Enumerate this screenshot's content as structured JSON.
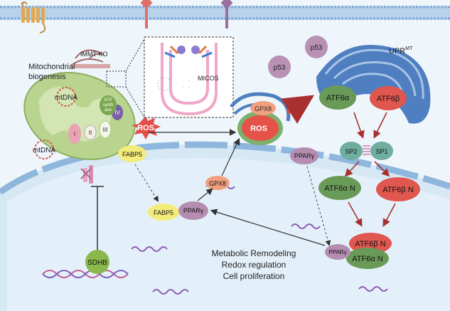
{
  "labels": {
    "immt_ko": "IMMT-KO",
    "mito_biogenesis_line1": "Mitochondrial",
    "mito_biogenesis_line2": "biogenesis",
    "mtdna_top": "mtDNA",
    "mtdna_bottom": "mtDNA",
    "atp_line1": "ATP",
    "atp_line2": "synth",
    "atp_line3": "ase",
    "complex_i": "I",
    "complex_ii": "II",
    "complex_iii": "III",
    "complex_iv": "IV",
    "ros_mito": "ROS",
    "micos": "MICOS",
    "p53_a": "p53",
    "p53_b": "p53",
    "upr_main": "UPR",
    "upr_sup": "MT",
    "atf6a": "ATF6α",
    "atf6b": "ATF6β",
    "gpx8_top": "GPX8",
    "ros_small": "ROS",
    "sp2": "SP2",
    "sp1": "SP1",
    "atf6a_n": "ATF6α N",
    "atf6b_n": "ATF6β N",
    "atf6b_n_nuc": "ATF6β N",
    "atf6a_n_nuc": "ATF6α N",
    "ppar_nuc": "PPARγ",
    "pparg_cyto": "PPARγ",
    "fabp5_cyto": "FABP5",
    "fabp5_nuc": "FABP5",
    "pparg_nuc_left": "PPARγ",
    "gpx8_nuc": "GPX8",
    "sdhb": "SDHB",
    "outcome_1": "Metabolic Remodeling",
    "outcome_2": "Redox regulation",
    "outcome_3": "Cell proliferation"
  },
  "colors": {
    "membrane": "#7fa9d6",
    "mito_green": "#a9c97a",
    "er_blue": "#4f7fc0",
    "atf_green": "#6a9a57",
    "atf_red": "#e0574f",
    "ppar_purple": "#b58db0",
    "fabp_yellow": "#f4ec7a",
    "gpx_salmon": "#f2a07e",
    "nucleus_fill": "#dfeef8",
    "arrow_red": "#a8302f",
    "dna_purple": "#8a5bb0"
  }
}
